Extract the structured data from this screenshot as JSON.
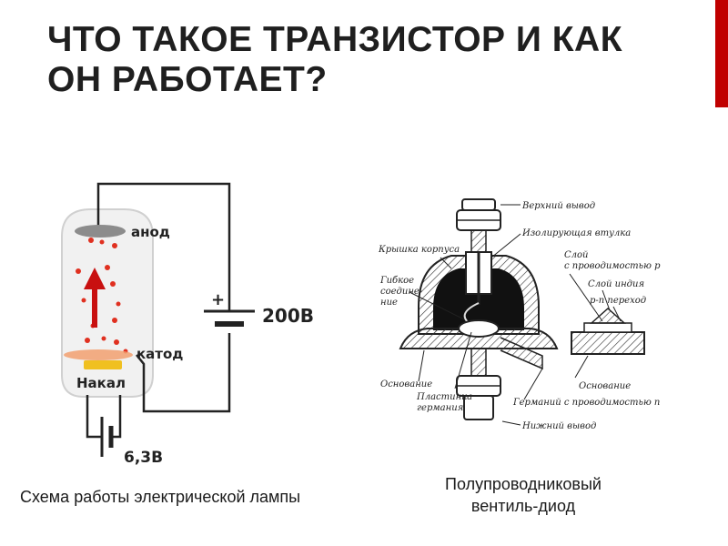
{
  "title": "ЧТО ТАКОЕ ТРАНЗИСТОР И КАК ОН РАБОТАЕТ?",
  "colors": {
    "accent": "#c00000",
    "electron": "#e03020",
    "text": "#1f1f1f"
  },
  "lamp": {
    "anode": "анод",
    "cathode": "катод",
    "heater": "Накал",
    "voltage_high": "200В",
    "voltage_low": "6,3В",
    "plus": "+",
    "caption": "Схема работы электрической лампы"
  },
  "diode": {
    "labels": {
      "top_lead": "Верхний вывод",
      "insulating_sleeve": "Изолирующая втулка",
      "housing_cover": "Крышка корпуса",
      "p_layer_1": "Слой",
      "p_layer_2": "с проводимостью р",
      "flexible_1": "Гибкое",
      "flexible_2": "соедине-",
      "flexible_3": "ние",
      "indium_layer": "Слой индия",
      "pn_junction": "р-п переход",
      "base_left": "Основание",
      "plate_1": "Пластинка",
      "plate_2": "германия",
      "base_right": "Основание",
      "germanium_n": "Германий с проводимостью п",
      "bottom_lead": "Нижний вывод"
    },
    "caption_line1": "Полупроводниковый",
    "caption_line2": "вентиль-диод"
  }
}
